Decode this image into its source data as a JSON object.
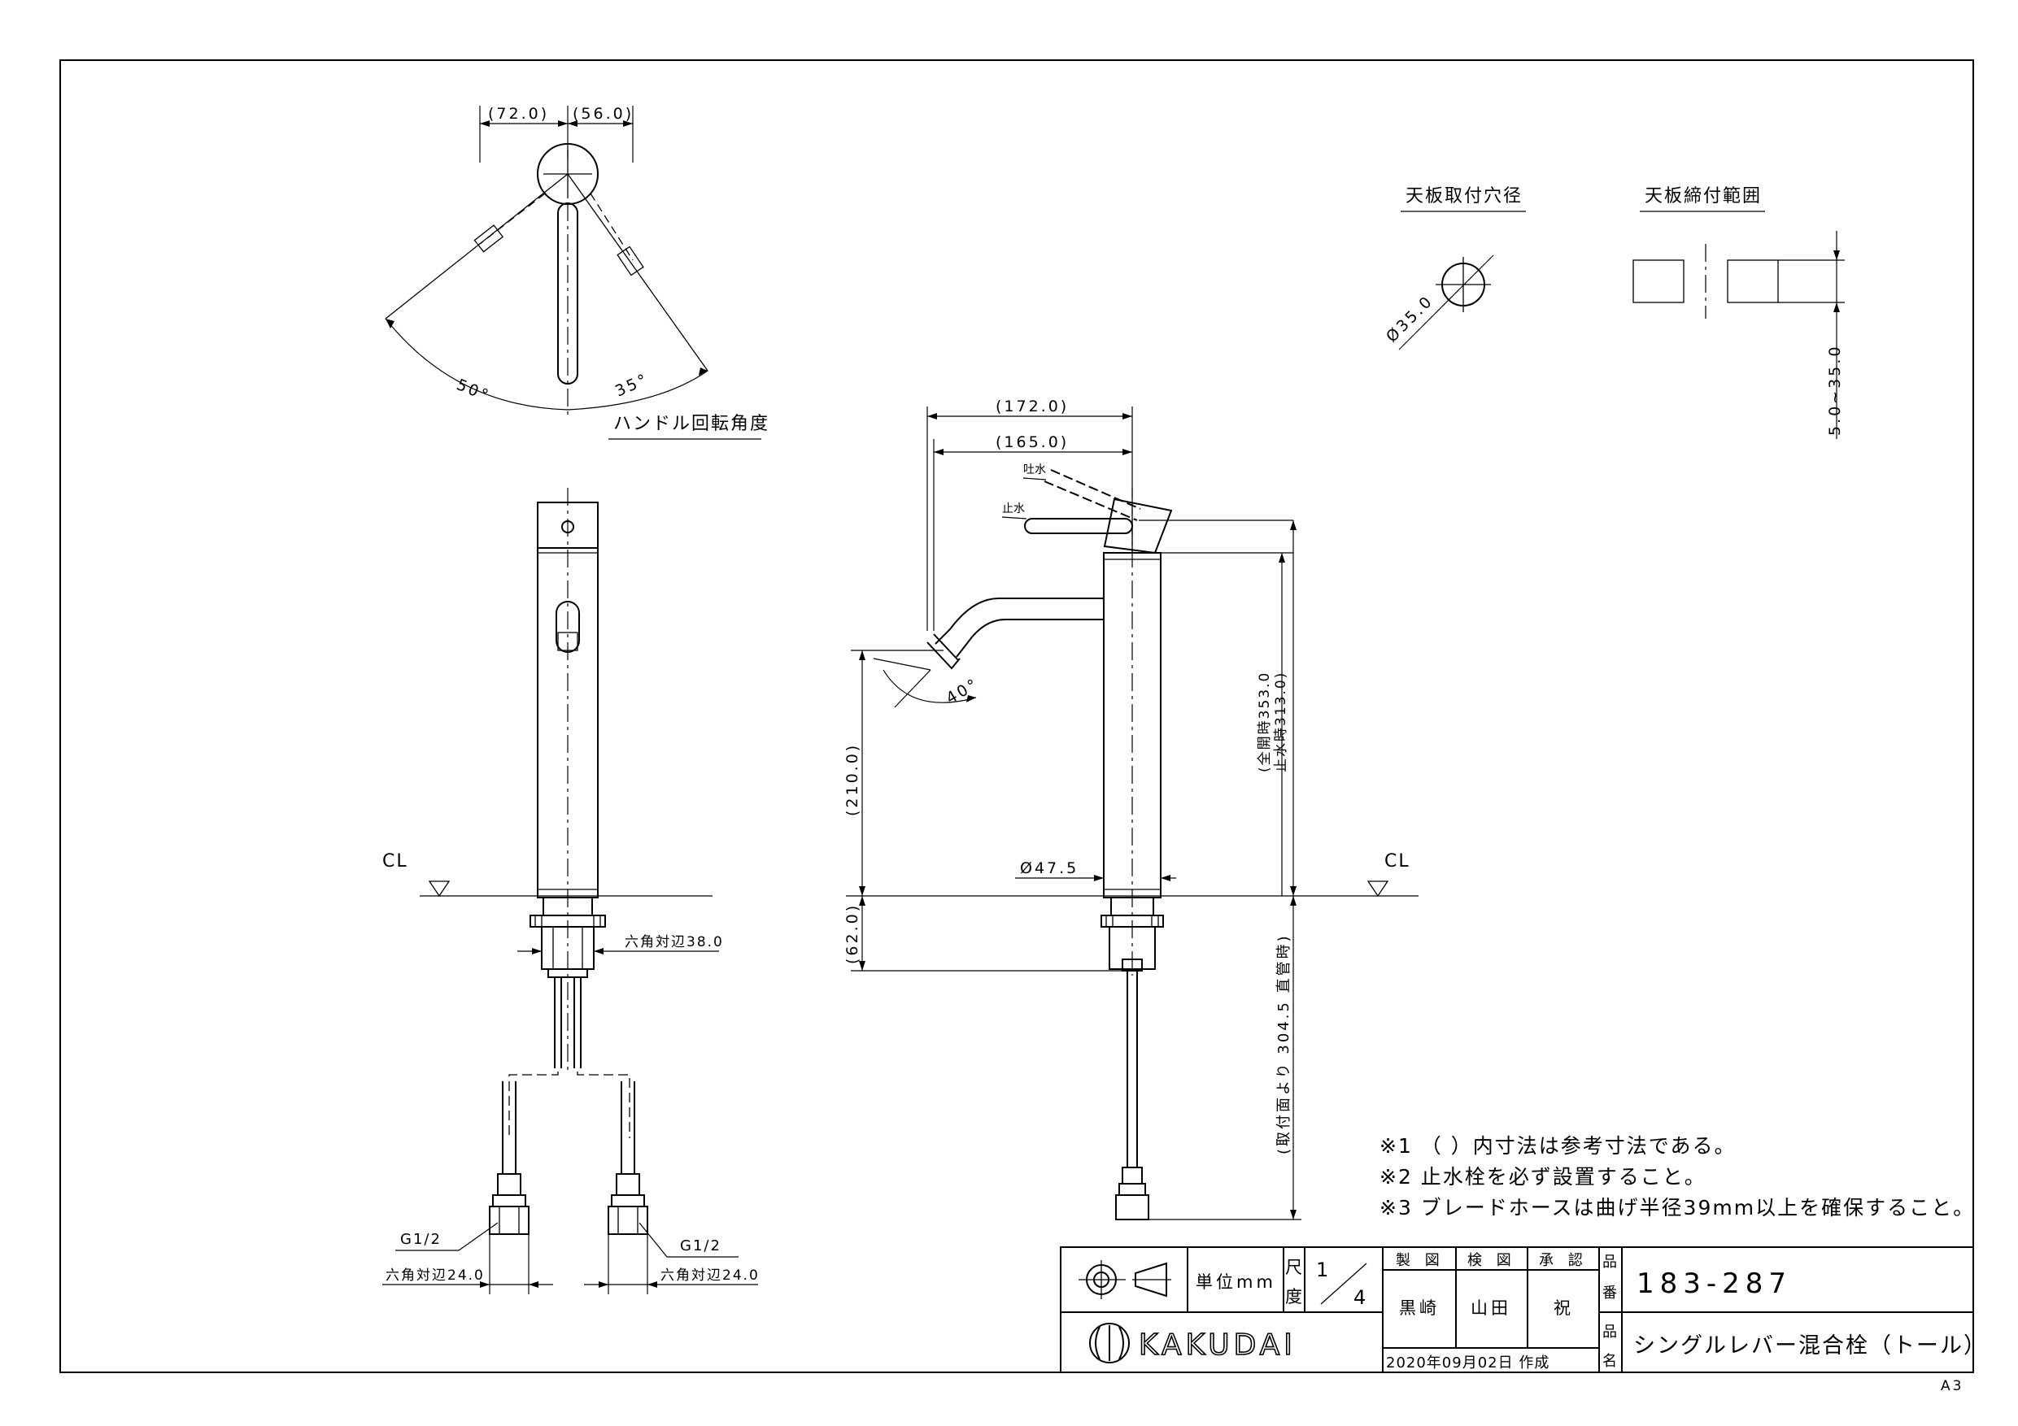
{
  "top_view": {
    "dim_left": "(72.0)",
    "dim_right": "(56.0)",
    "angle_left": "50°",
    "angle_right": "35°",
    "caption": "ハンドル回転角度"
  },
  "mount_detail": {
    "hole_caption": "天板取付穴径",
    "hole_dia": "Ø35.0",
    "range_caption": "天板締付範囲",
    "range_value": "5.0~35.0"
  },
  "front_view": {
    "cl": "CL",
    "hex_main": "六角対辺38.0",
    "g_left": "G1/2",
    "g_right": "G1/2",
    "hex_left": "六角対辺24.0",
    "hex_right": "六角対辺24.0"
  },
  "side_view": {
    "dim_total": "(172.0)",
    "dim_spout": "(165.0)",
    "label_discharge": "吐水",
    "label_stop": "止水",
    "spout_angle": "40°",
    "height_spout": "(210.0)",
    "height_below": "(62.0)",
    "body_dia": "Ø47.5",
    "cl": "CL",
    "height_total": "(全開時353.0",
    "height_stop": "止水時313.0)",
    "hose_length": "(取付面より 304.5 直管時)"
  },
  "notes": [
    "※1 （ ）内寸法は参考寸法である。",
    "※2 止水栓を必ず設置すること。",
    "※3 ブレードホースは曲げ半径39mm以上を確保すること。"
  ],
  "title_block": {
    "unit_label": "単位mm",
    "scale_label_1": "尺",
    "scale_label_2": "度",
    "scale_num": "1",
    "scale_den": "4",
    "col_made": "製 図",
    "col_check": "検 図",
    "col_approve": "承 認",
    "made_by": "黒崎",
    "checked_by": "山田",
    "approved_by": "祝",
    "part_no_label_1": "品",
    "part_no_label_2": "番",
    "part_no": "183-287",
    "name_label_1": "品",
    "name_label_2": "名",
    "product_name": "シングルレバー混合栓（トール）",
    "date": "2020年09月02日 作成",
    "brand": "KAKUDAI"
  },
  "sheet_size": "A3"
}
